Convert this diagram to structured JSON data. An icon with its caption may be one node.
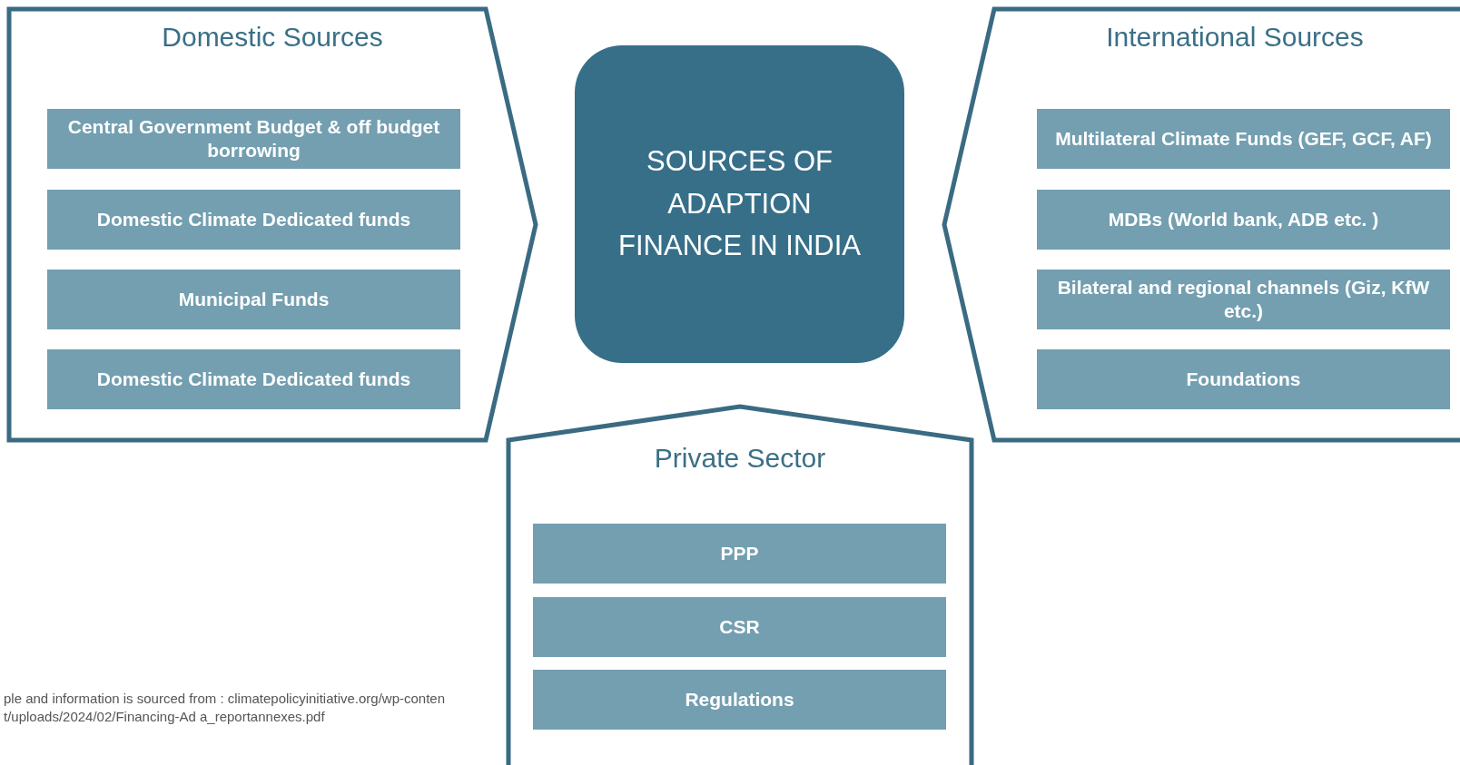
{
  "diagram": {
    "nodes": [
      {
        "text": [
          "Domestic Sources"
        ]
      },
      {
        "text": [
          "Central Government Budget & off budget borrowing"
        ],
        "in": 0
      },
      {
        "text": [
          "Domestic Climate Dedicated funds"
        ],
        "in": 0
      },
      {
        "text": [
          "Municipal Funds"
        ],
        "in": 0
      },
      {
        "text": [
          "Domestic Climate Dedicated funds"
        ],
        "in": 0
      },
      {
        "text": [
          "SOURCES OF ADAPTION FINANCE IN INDIA"
        ]
      },
      {
        "text": [
          "International Sources"
        ]
      },
      {
        "text": [
          "Multilateral Climate Funds (GEF, GCF, AF)"
        ],
        "in": 6
      },
      {
        "text": [
          "MDBs (World bank, ADB etc. )"
        ],
        "in": 6
      },
      {
        "text": [
          "Bilateral and regional channels (Giz, KfW etc.)"
        ],
        "in": 6
      },
      {
        "text": [
          "Foundations"
        ],
        "in": 6
      },
      {
        "text": [
          "Private Sector"
        ]
      },
      {
        "text": [
          "PPP"
        ],
        "in": 11
      },
      {
        "text": [
          "CSR"
        ],
        "in": 11
      },
      {
        "text": [
          "Regulations"
        ],
        "in": 11
      }
    ],
    "labels": [
      "ple and information is sourced from : climatepolicyinitiative.org/wp-content/uploads/2024/02/Financing-Ad a_reportannexes.pdf"
    ]
  }
}
